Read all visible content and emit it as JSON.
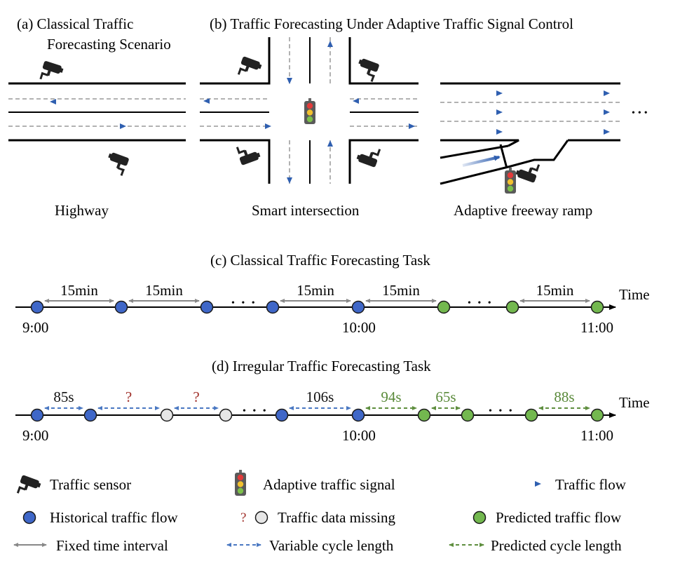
{
  "panels": {
    "a_title_line1": "(a)  Classical Traffic",
    "a_title_line2": "Forecasting Scenario",
    "b_title": "(b) Traffic Forecasting Under Adaptive Traffic Signal Control",
    "highway_label": "Highway",
    "intersection_label": "Smart intersection",
    "ramp_label": "Adaptive freeway ramp",
    "more": "•••"
  },
  "task_c": {
    "title": "(c) Classical Traffic Forecasting Task",
    "axis_label": "Time",
    "intervals": [
      "15min",
      "15min",
      "15min",
      "15min",
      "15min"
    ],
    "ellipsis": "• • •",
    "times": [
      "9:00",
      "10:00",
      "11:00"
    ]
  },
  "task_d": {
    "title": "(d) Irregular Traffic Forecasting Task",
    "axis_label": "Time",
    "intervals": [
      "85s",
      "?",
      "?",
      "106s",
      "94s",
      "65s",
      "88s"
    ],
    "ellipsis": "• • •",
    "times": [
      "9:00",
      "10:00",
      "11:00"
    ]
  },
  "legend": {
    "sensor": "Traffic sensor",
    "signal": "Adaptive traffic signal",
    "flow": "Traffic flow",
    "historical": "Historical traffic flow",
    "missing_mark": "?",
    "missing": "Traffic data missing",
    "predicted": "Predicted traffic flow",
    "fixed": "Fixed time interval",
    "variable": "Variable cycle length",
    "predicted_cycle": "Predicted cycle length"
  },
  "colors": {
    "historical": "#3F67C8",
    "predicted": "#73B84F",
    "missing": "#E6E6E6",
    "flow_arrow": "#3B6FBF",
    "fixed_arrow": "#888888",
    "variable_arrow": "#4A78C2",
    "predicted_arrow": "#5E8E3E",
    "question": "#A0302A",
    "predicted_text": "#5A8A3A"
  }
}
